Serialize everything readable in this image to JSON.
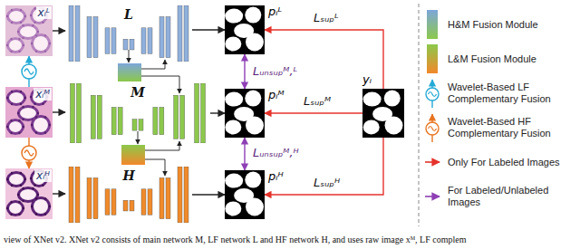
{
  "diagram": {
    "caption": "view of XNet v2. XNet v2 consists of main network M, LF network L and HF network H, and uses raw image xᴹ, LF complem",
    "nodes": [
      {
        "text": [
          "xᵢᴸ"
        ]
      },
      {
        "text": [
          "L"
        ]
      },
      {
        "text": [
          "pᵢᴸ"
        ]
      },
      {
        "text": [
          "xᵢᴹ"
        ]
      },
      {
        "text": [
          "M"
        ]
      },
      {
        "text": [
          "pᵢᴹ"
        ]
      },
      {
        "text": [
          "yᵢ"
        ]
      },
      {
        "text": [
          "xᵢᴴ"
        ]
      },
      {
        "text": [
          "H"
        ]
      },
      {
        "text": [
          "pᵢᴴ"
        ]
      }
    ],
    "edges": [
      {
        "from": 0,
        "to": 1,
        "arrow": "to"
      },
      {
        "from": 1,
        "to": 2,
        "arrow": "to"
      },
      {
        "from": 3,
        "to": 4,
        "arrow": "to"
      },
      {
        "from": 4,
        "to": 5,
        "arrow": "to"
      },
      {
        "from": 7,
        "to": 8,
        "arrow": "to"
      },
      {
        "from": 8,
        "to": 9,
        "arrow": "to"
      },
      {
        "from": 3,
        "to": 0,
        "arrow": "to"
      },
      {
        "from": 3,
        "to": 7,
        "arrow": "to"
      },
      {
        "from": 6,
        "to": 2,
        "label": "Lₛᵤₚᴸ",
        "arrow": "to"
      },
      {
        "from": 6,
        "to": 5,
        "label": "Lₛᵤₚᴹ",
        "arrow": "to"
      },
      {
        "from": 6,
        "to": 9,
        "label": "Lₛᵤₚᴴ",
        "arrow": "to"
      },
      {
        "from": 2,
        "to": 5,
        "label": "Lᵤₙₛᵤₚᴹ,ᴸ",
        "arrow": "both"
      },
      {
        "from": 5,
        "to": 9,
        "label": "Lᵤₙₛᵤₚᴹ,ᴴ",
        "arrow": "both"
      }
    ],
    "legend": [
      {
        "text": "H&M Fusion Module"
      },
      {
        "text": "L&M Fusion Module"
      },
      {
        "text": "Wavelet-Based LF Complementary Fusion"
      },
      {
        "text": "Wavelet-Based HF Complementary Fusion"
      },
      {
        "text": "Only For Labeled Images"
      },
      {
        "text": "For Labeled/Unlabeled Images"
      }
    ]
  }
}
